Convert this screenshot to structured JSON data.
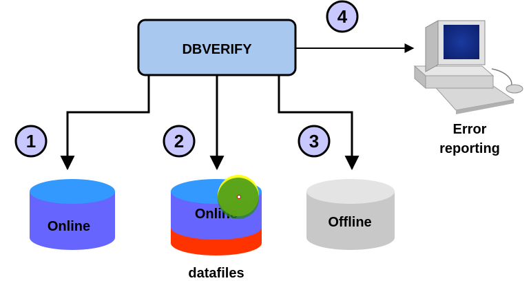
{
  "main_box": {
    "label": "DBVERIFY"
  },
  "steps": [
    {
      "number": "1"
    },
    {
      "number": "2"
    },
    {
      "number": "3"
    },
    {
      "number": "4"
    }
  ],
  "cylinders": [
    {
      "label": "Online",
      "side_color": "#6666ff",
      "top_color": "#3399ff"
    },
    {
      "label": "Online",
      "side_color": "#6666ff",
      "top_color": "#3399ff",
      "bottom_color": "#ff3300"
    },
    {
      "label": "Offline",
      "side_color": "#c8c8c8",
      "top_color": "#e4e4e4"
    }
  ],
  "group_label": "datafiles",
  "computer": {
    "label_line1": "Error",
    "label_line2": "reporting"
  },
  "colors": {
    "box_fill": "#a8c8f0",
    "circle_fill": "#c8c8ff",
    "highlight": "#ffff00",
    "highlight_center": "#2a8a1a"
  }
}
